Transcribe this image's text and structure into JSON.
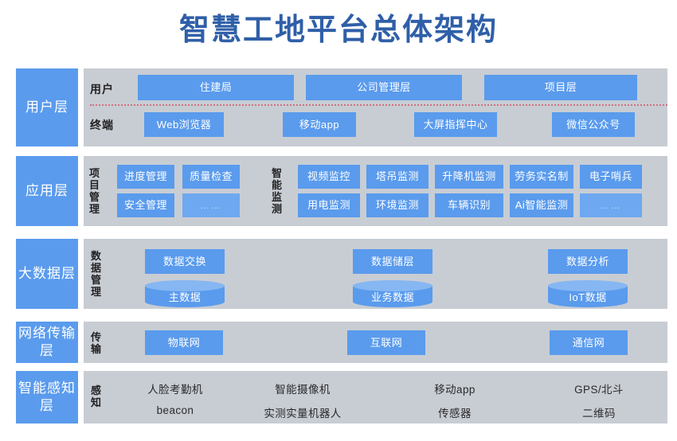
{
  "title": "智慧工地平台总体架构",
  "accent_color": "#5a9bed",
  "panel_color": "#c8cdd4",
  "title_color": "#2f5fa8",
  "divider_color": "#d06f7e",
  "layers": [
    {
      "id": "user",
      "tag": "用户层",
      "groups": [
        {
          "label": "用户",
          "orientation": "horizontal",
          "items": [
            "住建局",
            "公司管理层",
            "项目层"
          ]
        },
        {
          "label": "终端",
          "orientation": "horizontal",
          "items": [
            "Web浏览器",
            "移动app",
            "大屏指挥中心",
            "微信公众号"
          ]
        }
      ]
    },
    {
      "id": "application",
      "tag": "应用层",
      "groups": [
        {
          "label": "项目管理",
          "orientation": "vertical",
          "row1": [
            "进度管理",
            "质量检查"
          ],
          "row2": [
            "安全管理",
            "……"
          ]
        },
        {
          "label": "智能监测",
          "orientation": "vertical",
          "row1": [
            "视频监控",
            "塔吊监测",
            "升降机监测",
            "劳务实名制",
            "电子哨兵"
          ],
          "row2": [
            "用电监测",
            "环境监测",
            "车辆识别",
            "Ai智能监测",
            "……"
          ]
        }
      ]
    },
    {
      "id": "bigdata",
      "tag": "大数据层",
      "groups": [
        {
          "label": "数据管理",
          "orientation": "vertical",
          "boxes": [
            "数据交换",
            "数据储层",
            "数据分析"
          ],
          "cylinders": [
            "主数据",
            "业务数据",
            "IoT数据"
          ]
        }
      ]
    },
    {
      "id": "network",
      "tag": "网络传输层",
      "groups": [
        {
          "label": "传输",
          "orientation": "vertical",
          "items": [
            "物联网",
            "互联网",
            "通信网"
          ]
        }
      ]
    },
    {
      "id": "sensing",
      "tag": "智能感知层",
      "groups": [
        {
          "label": "感知",
          "orientation": "vertical",
          "row1": [
            "人脸考勤机",
            "智能摄像机",
            "移动app",
            "GPS/北斗"
          ],
          "row2": [
            "beacon",
            "实测实量机器人",
            "传感器",
            "二维码"
          ]
        }
      ]
    }
  ]
}
